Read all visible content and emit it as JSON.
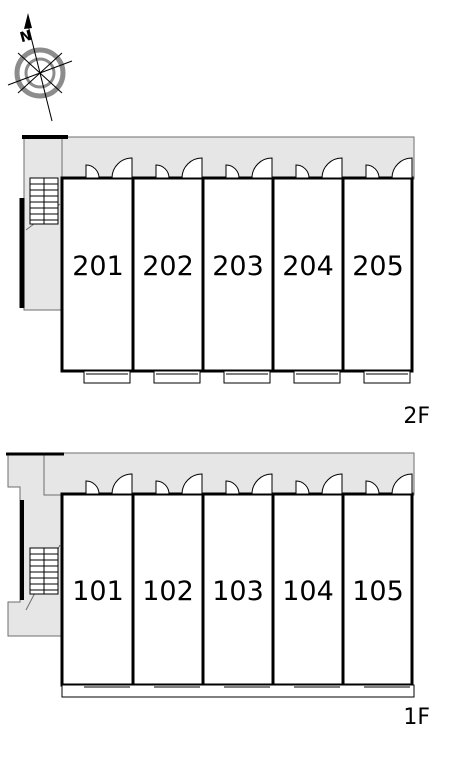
{
  "compass": {
    "label": "N",
    "icon": "compass-rose-icon"
  },
  "floors": [
    {
      "label": "2F",
      "units": [
        "201",
        "202",
        "203",
        "204",
        "205"
      ]
    },
    {
      "label": "1F",
      "units": [
        "101",
        "102",
        "103",
        "104",
        "105"
      ]
    }
  ],
  "colors": {
    "corridor": "#e6e6e6",
    "wall": "#000000",
    "line": "#6e6e6e",
    "compass_ring": "#8c8c8c"
  }
}
